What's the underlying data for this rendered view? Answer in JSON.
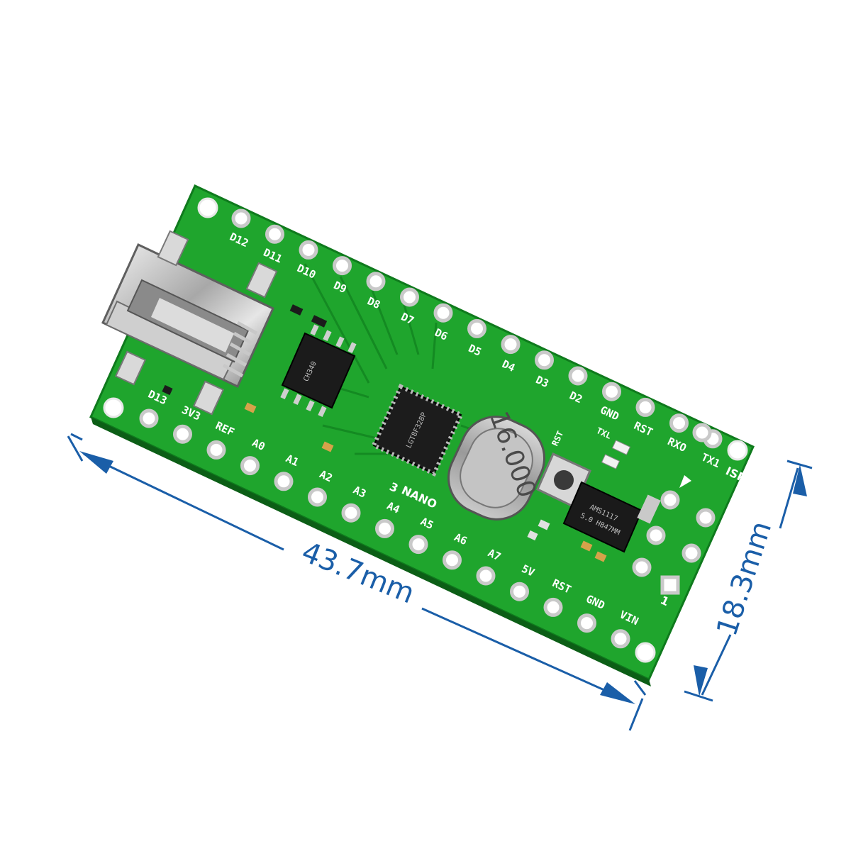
{
  "dimensions": {
    "length_label": "43.7mm",
    "width_label": "18.3mm"
  },
  "board": {
    "top_pins": [
      "D12",
      "D11",
      "D10",
      "D9",
      "D8",
      "D7",
      "D6",
      "D5",
      "D4",
      "D3",
      "D2",
      "GND",
      "RST",
      "RXO",
      "TX1"
    ],
    "bottom_pins": [
      "D13",
      "3V3",
      "REF",
      "A0",
      "A1",
      "A2",
      "A3",
      "A4",
      "A5",
      "A6",
      "A7",
      "5V",
      "RST",
      "GND",
      "VIN"
    ],
    "model_text": "NANO",
    "model_suffix": "3",
    "mcu_label": "LGT8F328P",
    "crystal_text": "16.000",
    "regulator_lines": [
      "AMS1117",
      "5.0 H847MM"
    ],
    "usb_ic_text": "CH340",
    "isp_label": "ISP",
    "isp_pin1": "1",
    "reset_label": "RST",
    "led_label": "TXL"
  },
  "colors": {
    "pcb": "#1fa52d",
    "pcb_dark": "#148a22",
    "dimension": "#1a5ea8"
  }
}
